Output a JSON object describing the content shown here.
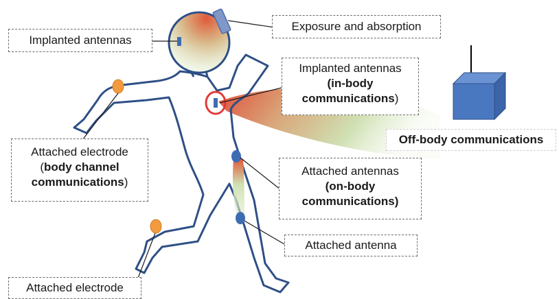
{
  "labels": {
    "implanted_head": "Implanted antennas",
    "exposure": "Exposure and absorption",
    "implanted_chest": {
      "line1": "Implanted antennas",
      "line2": "(in-body",
      "line3": "communications",
      "line3_suffix": ")"
    },
    "off_body": "Off-body communications",
    "electrode_arm": {
      "line1": "Attached electrode",
      "line2_prefix": "(",
      "line2": "body channel",
      "line3": "communications",
      "line3_suffix": ")"
    },
    "on_body": {
      "line1": "Attached antennas",
      "line2": "(on-body",
      "line3": "communications)"
    },
    "attached_antenna": "Attached antenna",
    "electrode_leg": "Attached electrode"
  },
  "colors": {
    "body_outline": "#2e4f86",
    "electrode": "#f39a3f",
    "antenna_node": "#3e6cb3",
    "implant_ring": "#e03a3a",
    "base_station": "#4a78c0",
    "gradient_hot": "#e05a3a",
    "gradient_cool": "#cfe3b3"
  }
}
